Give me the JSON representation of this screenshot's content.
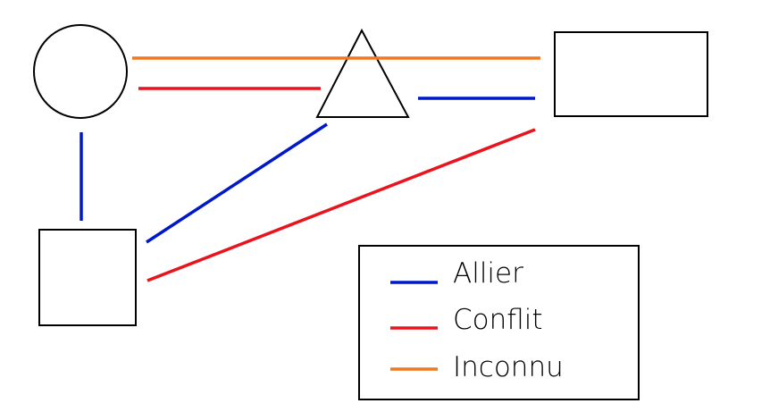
{
  "colors": {
    "ally": "#0019c8",
    "conflict": "#e8141e",
    "unknown": "#f07820",
    "outline": "#000000",
    "background": "#ffffff"
  },
  "shapes": [
    {
      "name": "circle-node",
      "kind": "circle"
    },
    {
      "name": "triangle-node",
      "kind": "triangle"
    },
    {
      "name": "rectangle-node",
      "kind": "rectangle"
    },
    {
      "name": "square-node",
      "kind": "square"
    }
  ],
  "relations": [
    {
      "from": "circle-node",
      "to": "rectangle-node",
      "type": "unknown"
    },
    {
      "from": "circle-node",
      "to": "triangle-node",
      "type": "conflict"
    },
    {
      "from": "triangle-node",
      "to": "rectangle-node",
      "type": "ally"
    },
    {
      "from": "circle-node",
      "to": "square-node",
      "type": "ally"
    },
    {
      "from": "square-node",
      "to": "triangle-node",
      "type": "ally"
    },
    {
      "from": "square-node",
      "to": "rectangle-node",
      "type": "conflict"
    }
  ],
  "legend": {
    "items": [
      {
        "type": "ally",
        "label": "Allier",
        "color": "#0019c8"
      },
      {
        "type": "conflict",
        "label": "Conflit",
        "color": "#e8141e"
      },
      {
        "type": "unknown",
        "label": "Inconnu",
        "color": "#f07820"
      }
    ]
  }
}
